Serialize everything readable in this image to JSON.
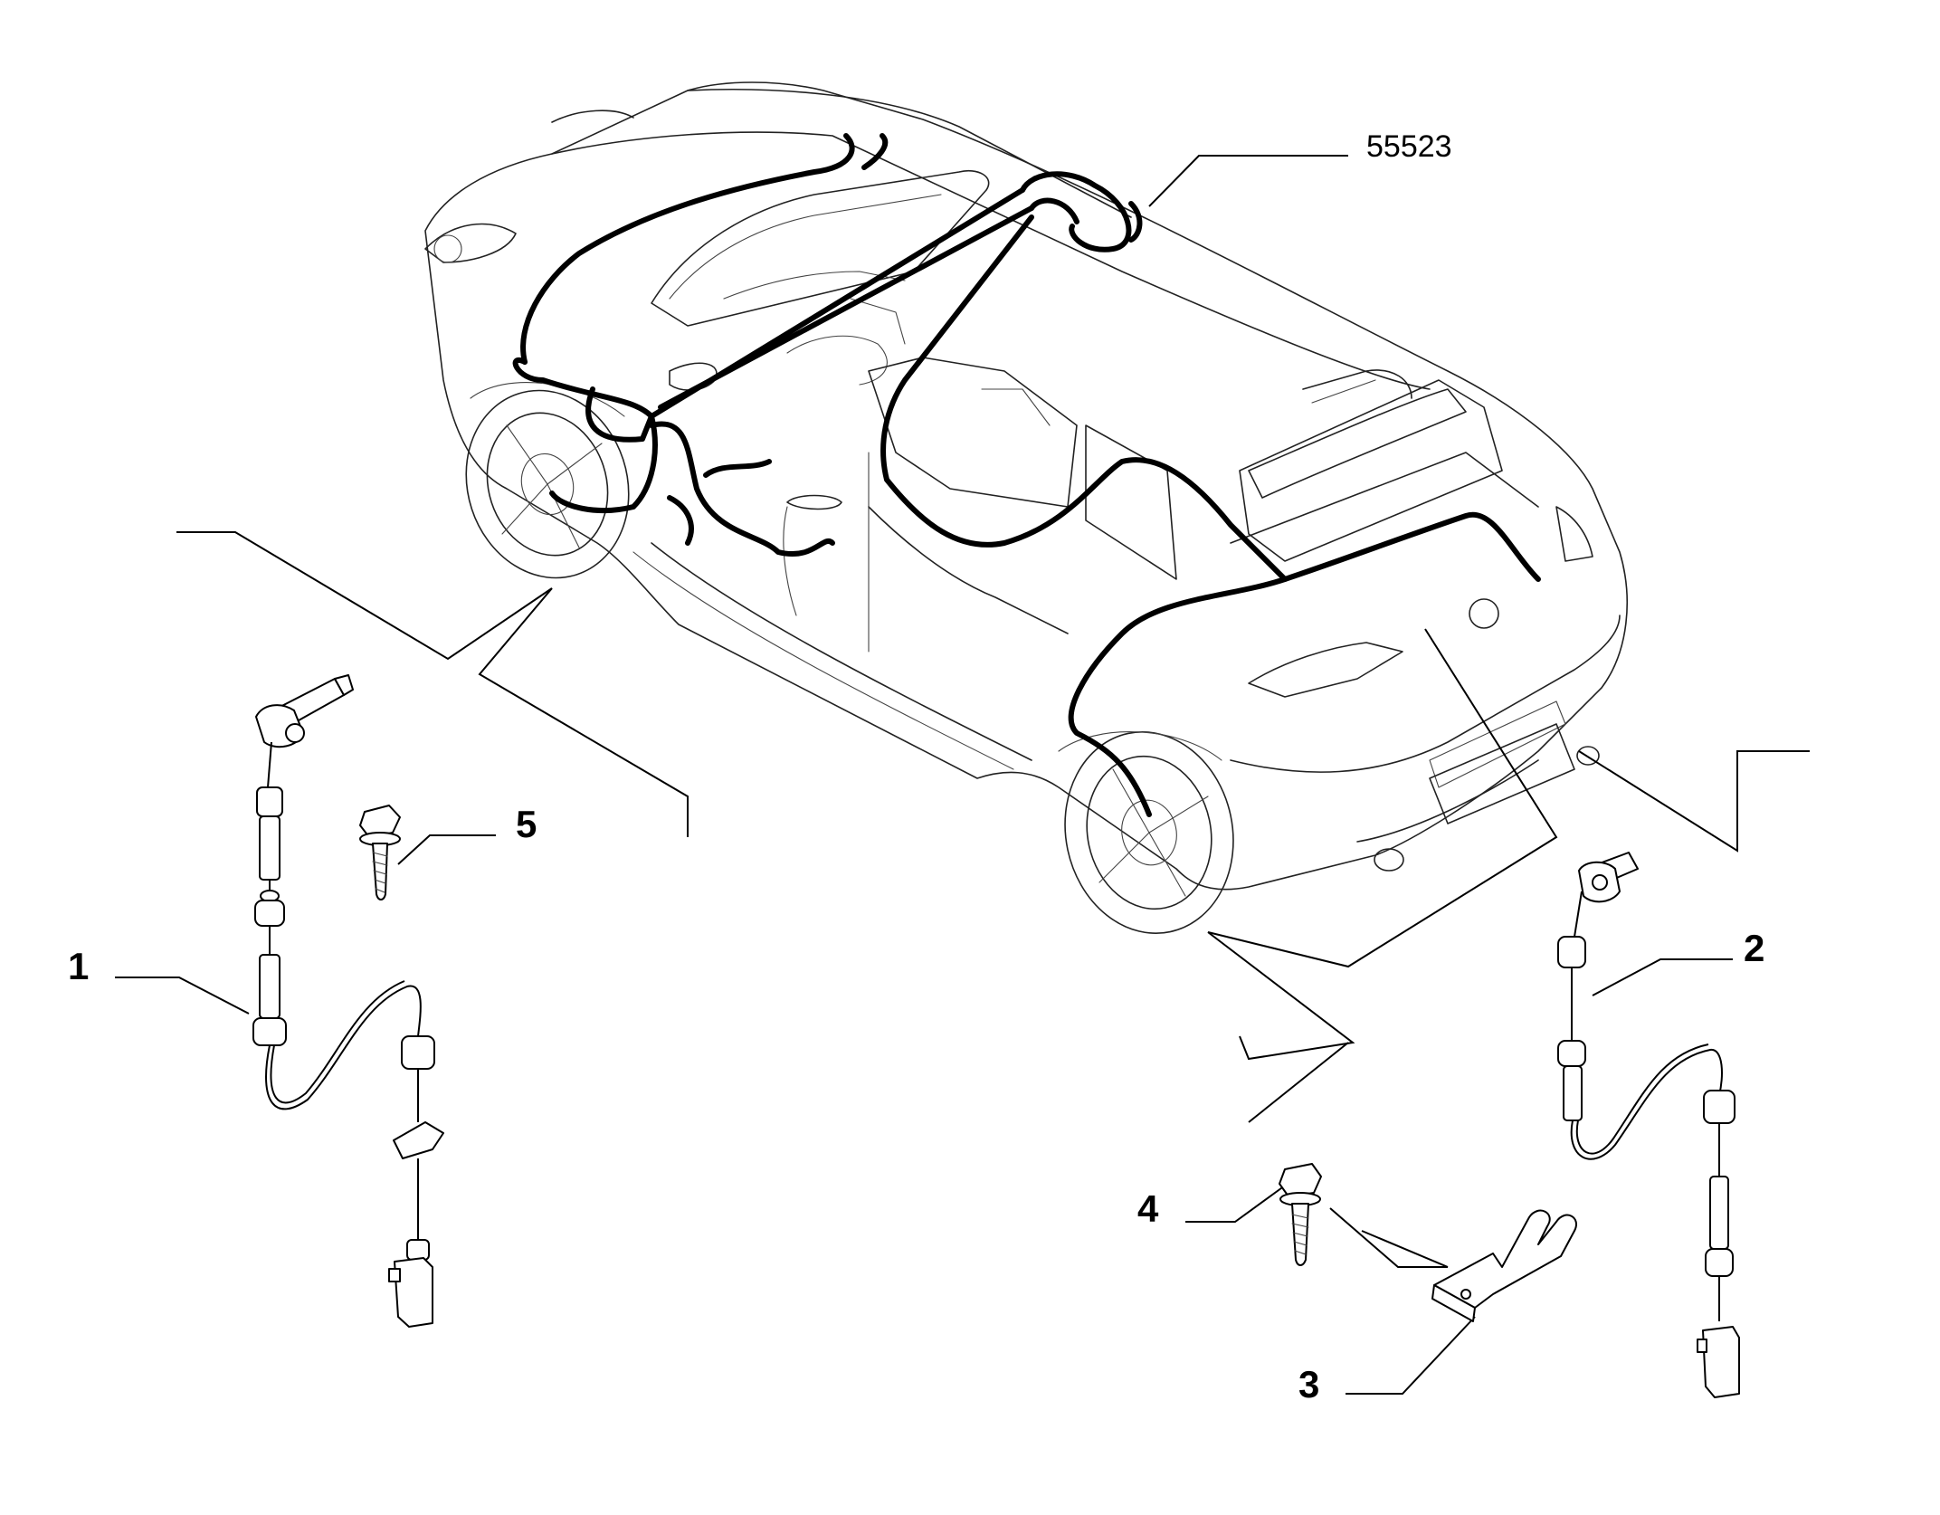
{
  "figure_ref": "55523",
  "callouts": [
    {
      "id": "1",
      "label": "1"
    },
    {
      "id": "2",
      "label": "2"
    },
    {
      "id": "3",
      "label": "3"
    },
    {
      "id": "4",
      "label": "4"
    },
    {
      "id": "5",
      "label": "5"
    }
  ]
}
